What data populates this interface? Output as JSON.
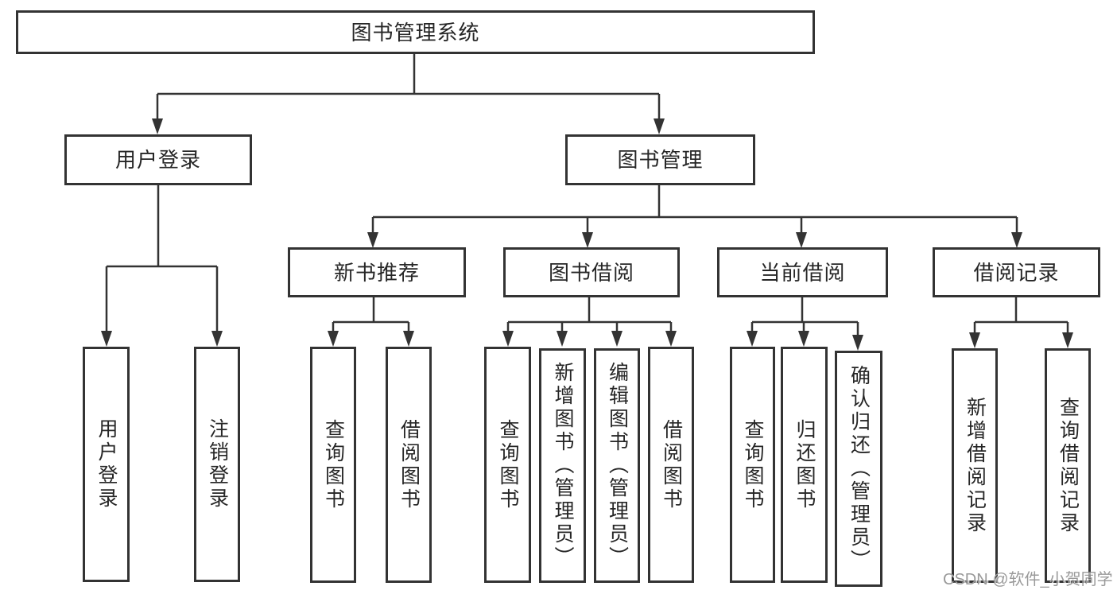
{
  "tree": {
    "root": {
      "label": "图书管理系统",
      "children": [
        {
          "label": "用户登录",
          "children": [
            {
              "label": "用户登录"
            },
            {
              "label": "注销登录"
            }
          ]
        },
        {
          "label": "图书管理",
          "children": [
            {
              "label": "新书推荐",
              "children": [
                {
                  "label": "查询图书"
                },
                {
                  "label": "借阅图书"
                }
              ]
            },
            {
              "label": "图书借阅",
              "children": [
                {
                  "label": "查询图书"
                },
                {
                  "label": "新增图书（管理员）"
                },
                {
                  "label": "编辑图书（管理员）"
                },
                {
                  "label": "借阅图书"
                }
              ]
            },
            {
              "label": "当前借阅",
              "children": [
                {
                  "label": "查询图书"
                },
                {
                  "label": "归还图书"
                },
                {
                  "label": "确认归还（管理员）"
                }
              ]
            },
            {
              "label": "借阅记录",
              "children": [
                {
                  "label": "新增借阅记录"
                },
                {
                  "label": "查询借阅记录"
                }
              ]
            }
          ]
        }
      ]
    }
  },
  "watermark": {
    "text": "CSDN @软件_小贺同学"
  },
  "colors": {
    "line": "#333333",
    "box_border": "#333333",
    "text": "#262626",
    "background": "#ffffff",
    "watermark": "#9a9a9a"
  }
}
